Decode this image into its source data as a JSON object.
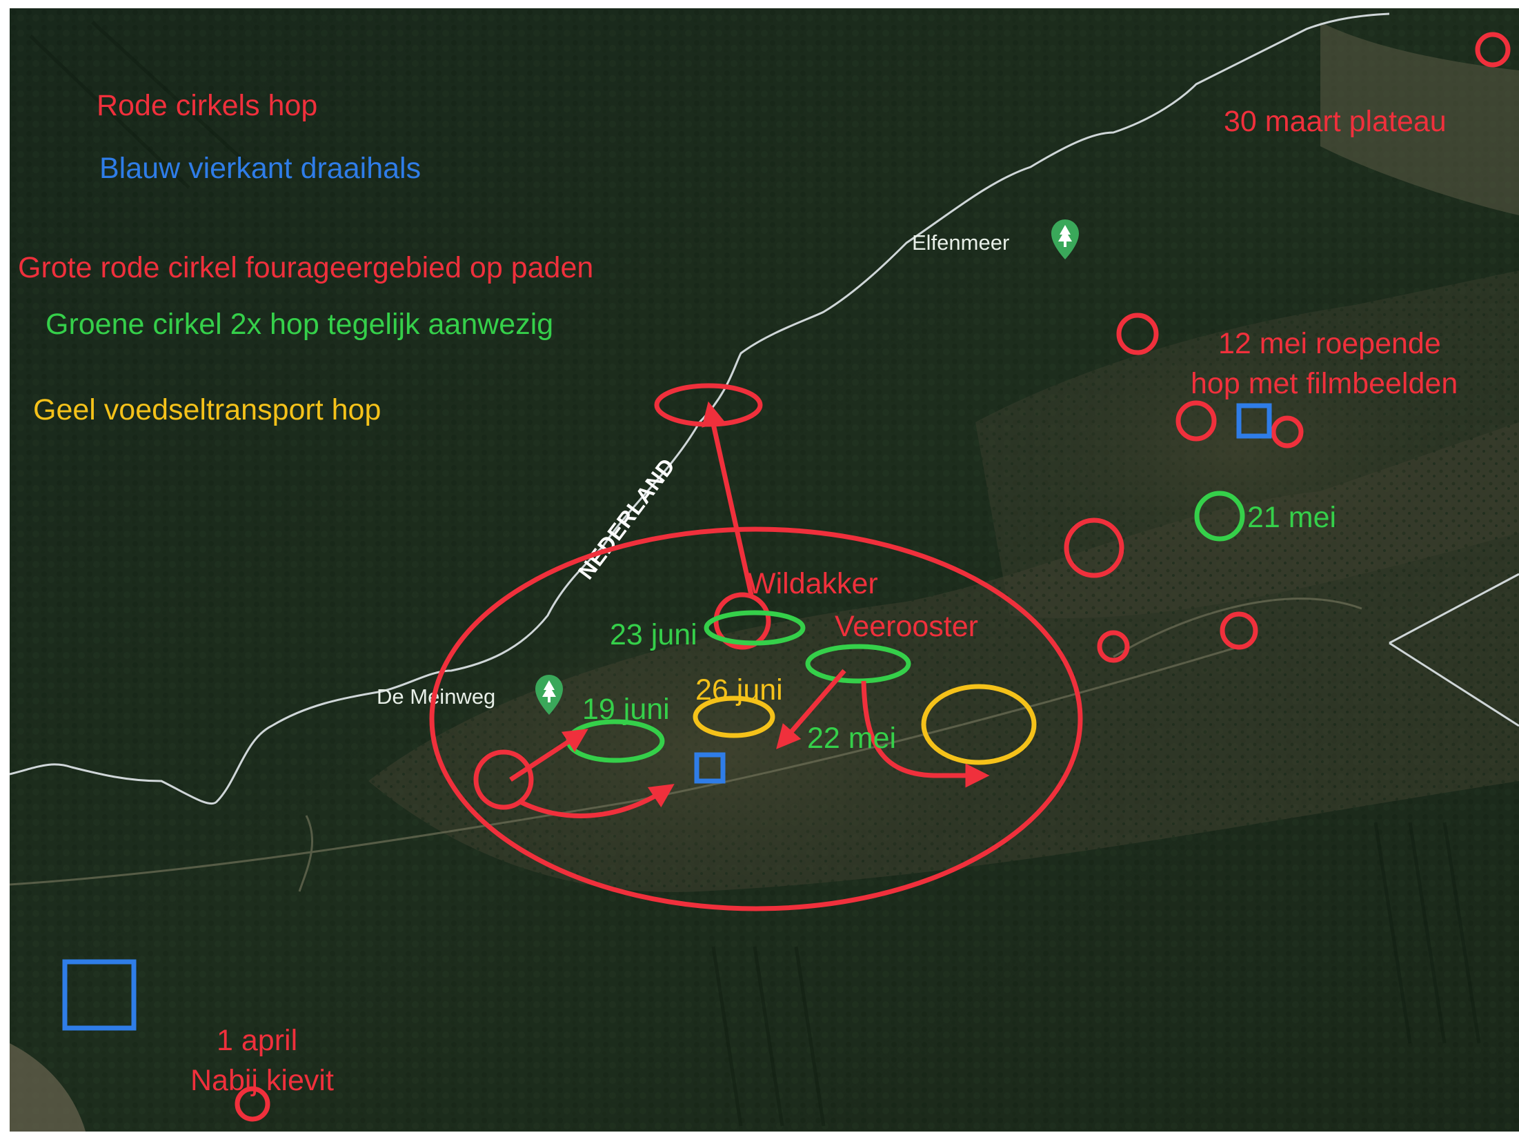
{
  "colors": {
    "red": "#f0303c",
    "blue": "#2f7de8",
    "green": "#35d04a",
    "yellow": "#f5c21a",
    "border_line": "#cfd6d8"
  },
  "legend": {
    "red_circles": "Rode cirkels hop",
    "blue_square": "Blauw vierkant draaihals",
    "big_red_circle": "Grote rode cirkel fourageergebied op paden",
    "green_circle": "Groene cirkel 2x hop tegelijk aanwezig",
    "yellow": "Geel voedseltransport hop"
  },
  "places": {
    "elfenmeer": "Elfenmeer",
    "de_meinweg": "De Meinweg",
    "country": "NEDERLAND"
  },
  "annotations": {
    "maart30": "30 maart plateau",
    "mei12_line1": "12 mei roepende",
    "mei12_line2": "hop met filmbeelden",
    "mei21": "21 mei",
    "wildakker": "Wildakker",
    "veerooster": "Veerooster",
    "juni23": "23 juni",
    "juni19": "19 juni",
    "juni26": "26 juni",
    "mei22": "22 mei",
    "april1_line1": "1 april",
    "april1_line2": "Nabij kievit"
  },
  "icons": {
    "place_marker": "tree-pin-icon"
  }
}
